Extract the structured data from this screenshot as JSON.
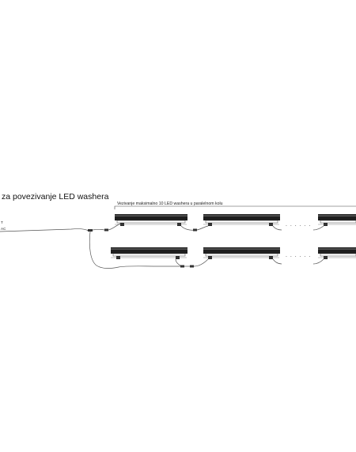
{
  "diagram": {
    "title": "za povezivanje LED washera",
    "bracket_label": "Vezivanje maksimalno 10 LED washera u paralelnom kolu",
    "power_labels": [
      "T",
      "AC"
    ],
    "ellipsis": ". . . . . ."
  }
}
